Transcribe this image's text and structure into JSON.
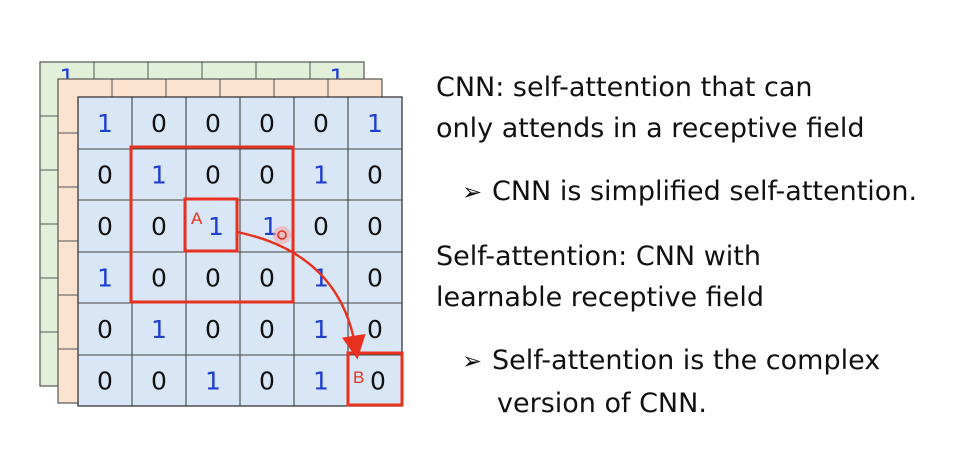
{
  "grid": {
    "rows": [
      [
        "1",
        "0",
        "0",
        "0",
        "0",
        "1"
      ],
      [
        "0",
        "1",
        "0",
        "0",
        "1",
        "0"
      ],
      [
        "0",
        "0",
        "1",
        "1",
        "0",
        "0"
      ],
      [
        "1",
        "0",
        "0",
        "0",
        "1",
        "0"
      ],
      [
        "0",
        "1",
        "0",
        "0",
        "1",
        "0"
      ],
      [
        "0",
        "0",
        "1",
        "0",
        "1",
        "0"
      ]
    ],
    "back_layers": [
      {
        "visible_row": [
          "1",
          "",
          "",
          "",
          "",
          "1"
        ]
      },
      {
        "visible_row": [
          "",
          "",
          "",
          "",
          "",
          ""
        ]
      }
    ]
  },
  "labels": {
    "a": "A",
    "b": "B"
  },
  "text": {
    "line1": "CNN: self-attention that can",
    "line2": "only attends in a receptive field",
    "bullet1": "CNN is simplified self-attention.",
    "line3": "Self-attention: CNN with",
    "line4": "learnable receptive field",
    "bullet2_line1": "Self-attention is the complex",
    "bullet2_line2": "version of CNN."
  },
  "icons": {
    "bullet": "➢"
  },
  "colors": {
    "front_cell": "#d9e6f5",
    "middle_layer": "#fbe3d0",
    "back_layer": "#e2efd9",
    "one_digit": "#1f3fd0",
    "zero_digit": "#111111",
    "highlight": "#e8321f"
  }
}
